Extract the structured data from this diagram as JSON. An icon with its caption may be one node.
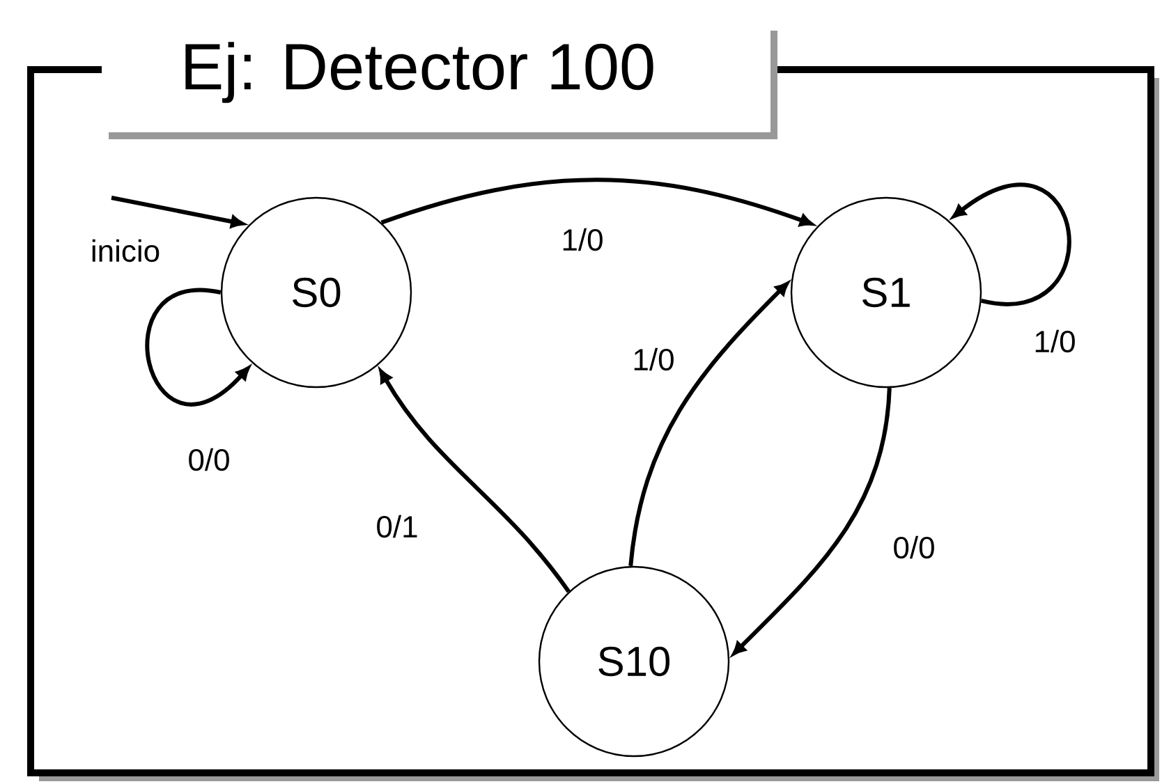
{
  "diagram": {
    "title": "Ej: Detector 100",
    "nodes": [
      {
        "text": [
          "S0"
        ]
      },
      {
        "text": [
          "S1"
        ]
      },
      {
        "text": [
          "S10"
        ]
      }
    ],
    "edges": [
      {
        "from": null,
        "to": 0,
        "arrow": "to",
        "label": "inicio"
      },
      {
        "from": 0,
        "to": 0,
        "arrow": "to",
        "label": "0/0"
      },
      {
        "from": 0,
        "to": 1,
        "arrow": "to",
        "label": "1/0"
      },
      {
        "from": 1,
        "to": 1,
        "arrow": "to",
        "label": "1/0"
      },
      {
        "from": 1,
        "to": 2,
        "arrow": "to",
        "label": "0/0"
      },
      {
        "from": 2,
        "to": 0,
        "arrow": "to",
        "label": "0/1"
      },
      {
        "from": 2,
        "to": 1,
        "arrow": "to",
        "label": "1/0"
      }
    ]
  }
}
